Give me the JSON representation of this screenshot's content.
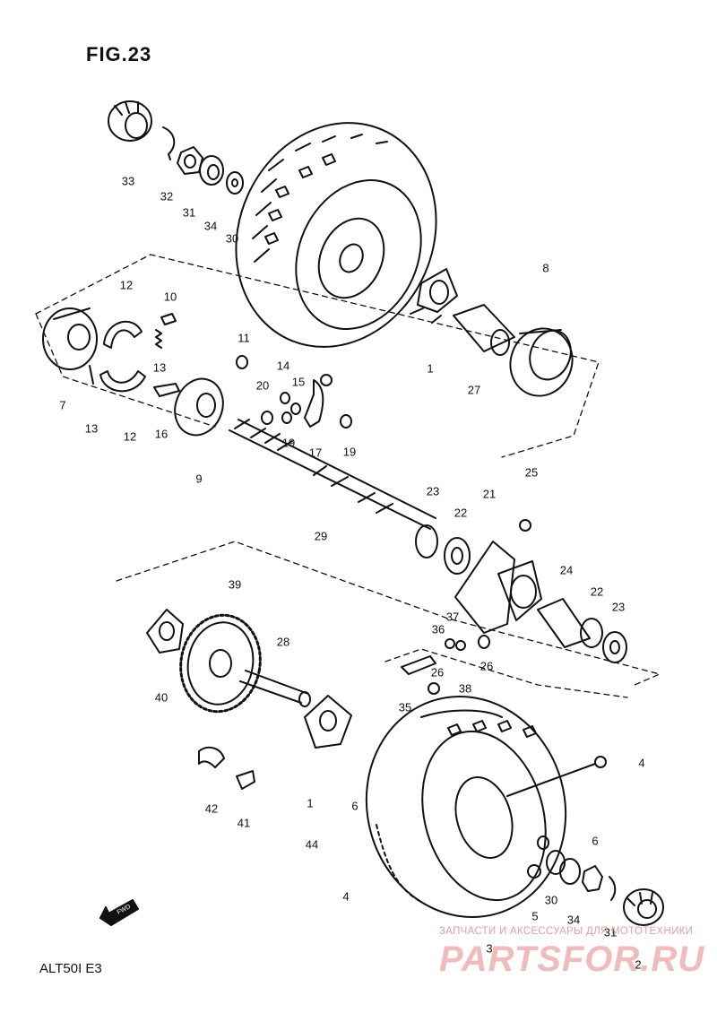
{
  "figure": {
    "title": "FIG.23",
    "model_code": "ALT50I E3"
  },
  "watermark": {
    "line1": "ЗАПЧАСТИ И АКСЕССУАРЫ ДЛЯ МОТОТЕХНИКИ",
    "line2": "PARTSFOR.RU",
    "color": "#e89a9a"
  },
  "direction_arrow": "FWD",
  "callouts": {
    "c33": "33",
    "c32": "32",
    "c31": "31",
    "c34": "34",
    "c30a": "30",
    "c8": "8",
    "c1a": "1",
    "c27": "27",
    "c12a": "12",
    "c10": "10",
    "c11": "11",
    "c13a": "13",
    "c7": "7",
    "c13b": "13",
    "c12b": "12",
    "c16": "16",
    "c14": "14",
    "c20": "20",
    "c15": "15",
    "c19a": "19",
    "c17": "17",
    "c19b": "19",
    "c9": "9",
    "c29": "29",
    "c23a": "23",
    "c22a": "22",
    "c21": "21",
    "c25": "25",
    "c24": "24",
    "c22b": "22",
    "c23b": "23",
    "c37": "37",
    "c36": "36",
    "c26a": "26",
    "c26b": "26",
    "c38": "38",
    "c39": "39",
    "c28": "28",
    "c40": "40",
    "c35": "35",
    "c4a": "4",
    "c42": "42",
    "c41": "41",
    "c1b": "1",
    "c6a": "6",
    "c44": "44",
    "c6b": "6",
    "c4b": "4",
    "c30b": "30",
    "c5": "5",
    "c34b": "34",
    "c3": "3",
    "c31b": "31",
    "c2": "2"
  }
}
